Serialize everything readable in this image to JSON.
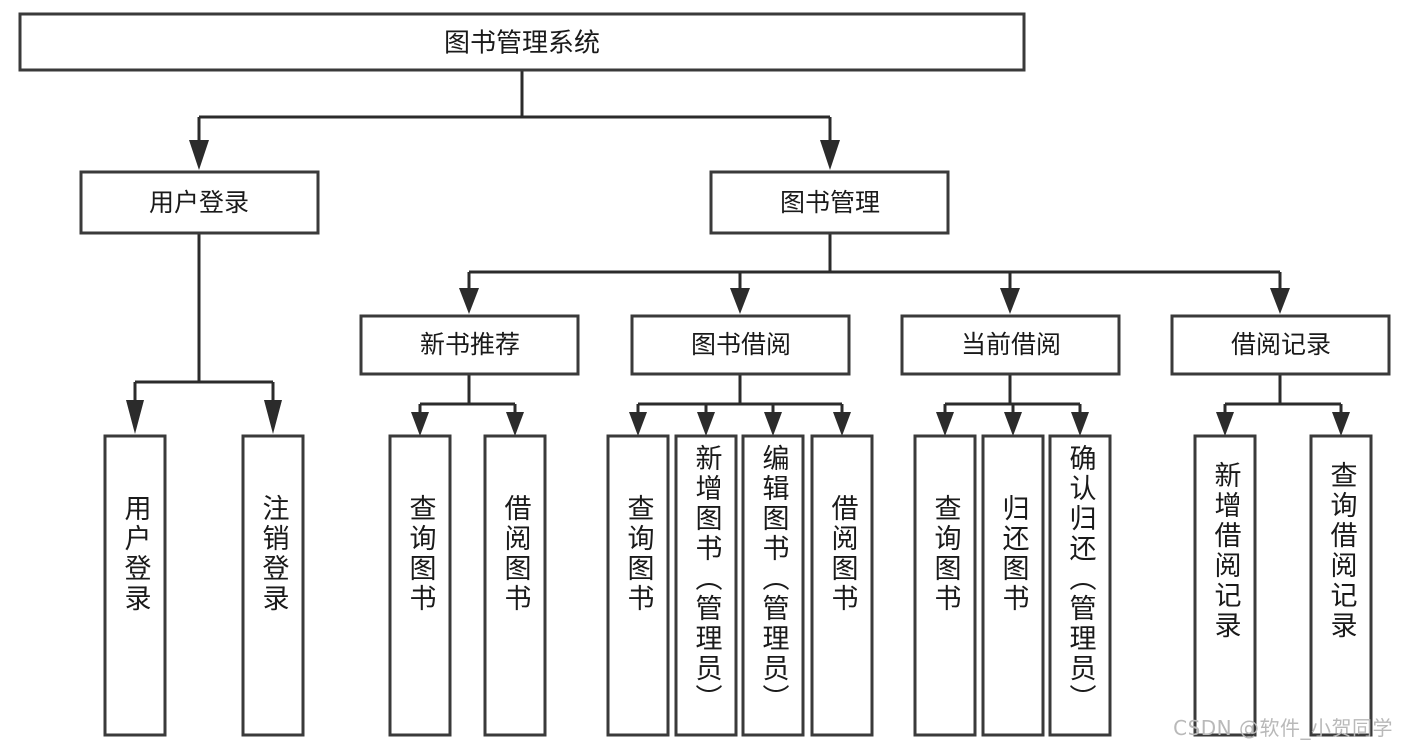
{
  "diagram": {
    "type": "tree-hierarchy-chart",
    "title": "图书管理系统",
    "watermark": "CSDN @软件_小贺同学",
    "colors": {
      "box_stroke": "#3a3a3a",
      "connector": "#2b2b2b",
      "box_fill": "#ffffff",
      "text": "#1a1a1a",
      "watermark": "#b9b9b9"
    },
    "root": {
      "label": "图书管理系统"
    },
    "level2": [
      {
        "label": "用户登录"
      },
      {
        "label": "图书管理"
      }
    ],
    "level3": [
      {
        "label": "新书推荐"
      },
      {
        "label": "图书借阅"
      },
      {
        "label": "当前借阅"
      },
      {
        "label": "借阅记录"
      }
    ],
    "leaves": {
      "user_login": [
        {
          "label": "用户登录"
        },
        {
          "label": "注销登录"
        }
      ],
      "new_book_recommend": [
        {
          "label": "查询图书"
        },
        {
          "label": "借阅图书"
        }
      ],
      "book_borrow": [
        {
          "label": "查询图书"
        },
        {
          "label": "新增图书（管理员）"
        },
        {
          "label": "编辑图书（管理员）"
        },
        {
          "label": "借阅图书"
        }
      ],
      "current_borrow": [
        {
          "label": "查询图书"
        },
        {
          "label": "归还图书"
        },
        {
          "label": "确认归还（管理员）"
        }
      ],
      "borrow_record": [
        {
          "label": "新增借阅记录"
        },
        {
          "label": "查询借阅记录"
        }
      ]
    }
  }
}
